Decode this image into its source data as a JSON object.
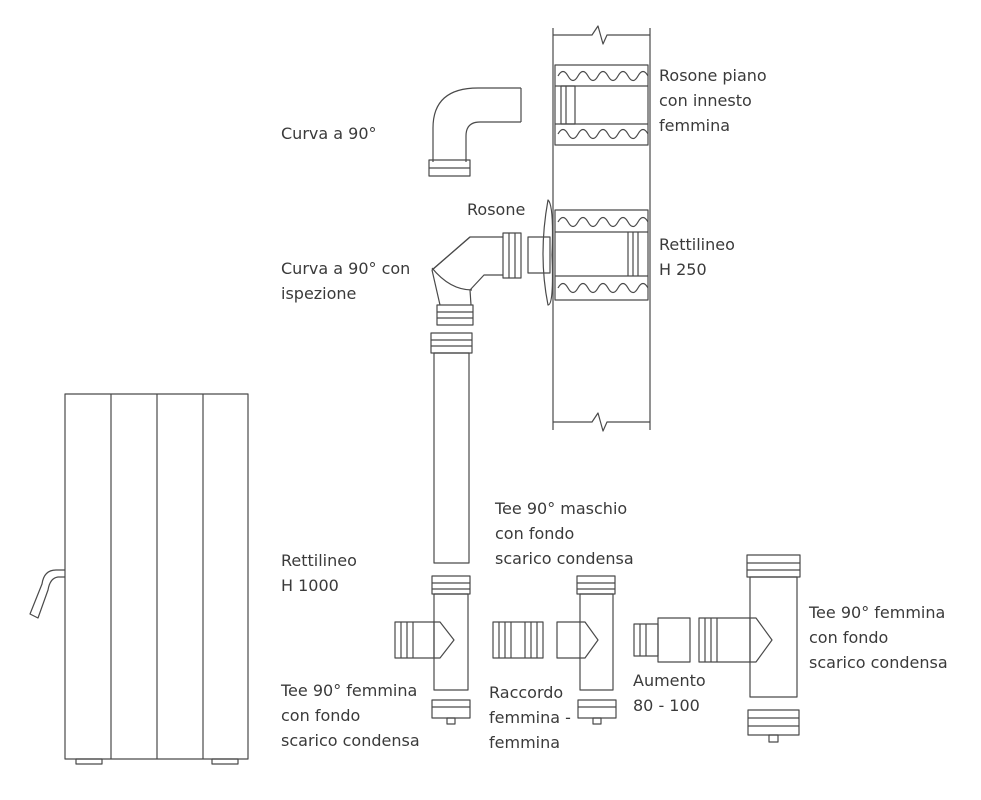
{
  "colors": {
    "line": "#4a4a4a",
    "text": "#3a3a3a",
    "background": "#ffffff"
  },
  "labels": {
    "curva_90": [
      "Curva a 90°"
    ],
    "rosone": [
      "Rosone"
    ],
    "curva_90_ispezione": [
      "Curva a 90° con",
      "ispezione"
    ],
    "rosone_piano": [
      "Rosone piano",
      "con innesto",
      "femmina"
    ],
    "rettilineo_250": [
      "Rettilineo",
      "H 250"
    ],
    "tee_maschio": [
      "Tee 90° maschio",
      "con fondo",
      "scarico condensa"
    ],
    "rettilineo_1000": [
      "Rettilineo",
      "H 1000"
    ],
    "tee_femmina_left": [
      "Tee 90° femmina",
      "con fondo",
      "scarico condensa"
    ],
    "raccordo": [
      "Raccordo",
      "femmina -",
      "femmina"
    ],
    "aumento": [
      "Aumento",
      "80 - 100"
    ],
    "tee_femmina_right": [
      "Tee 90° femmina",
      "con fondo",
      "scarico condensa"
    ]
  }
}
